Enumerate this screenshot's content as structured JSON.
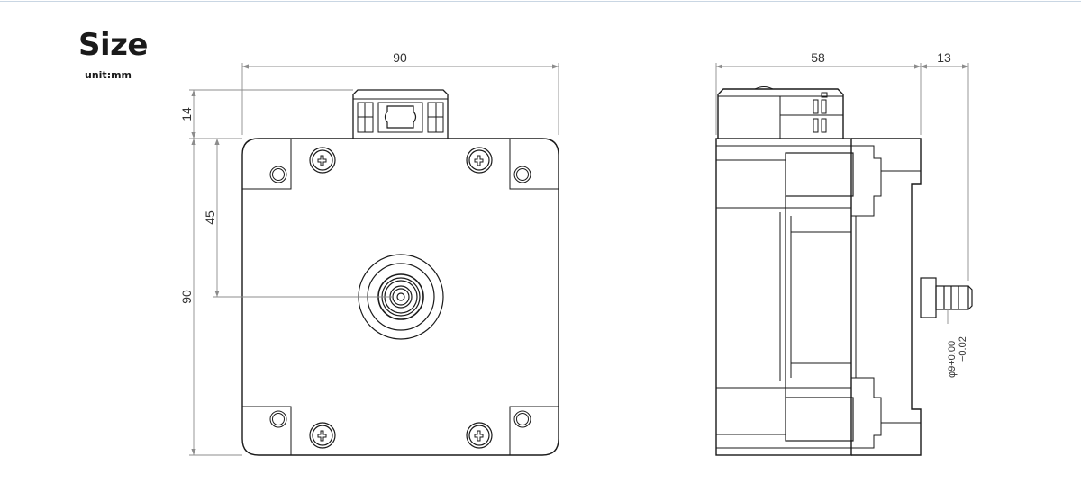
{
  "heading": {
    "title": "Size",
    "unit": "unit:mm"
  },
  "front_view": {
    "width_dim": "90",
    "connector_height_dim": "14",
    "height_dim": "90",
    "center_height_dim": "45"
  },
  "side_view": {
    "body_length_dim": "58",
    "shaft_length_dim": "13",
    "shaft_diameter_dim": "φ9+0.00",
    "shaft_tolerance_lower": "−0.02"
  },
  "colors": {
    "line": "#1a1a1a",
    "dimension": "#8c8c8c",
    "rule": "#c9d6e3"
  }
}
